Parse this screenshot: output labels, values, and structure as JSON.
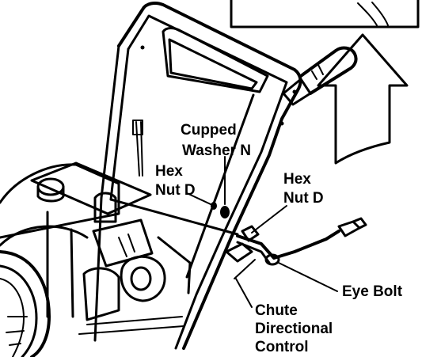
{
  "labels": {
    "cupped_washer_line1": "Cupped",
    "cupped_washer_line2": "Washer N",
    "hex_nut_left_line1": "Hex",
    "hex_nut_left_line2": "Nut D",
    "hex_nut_right_line1": "Hex",
    "hex_nut_right_line2": "Nut D",
    "eye_bolt": "Eye Bolt",
    "chute_line1": "Chute",
    "chute_line2": "Directional",
    "chute_line3": "Control"
  },
  "colors": {
    "ink": "#000000",
    "paper": "#ffffff"
  }
}
